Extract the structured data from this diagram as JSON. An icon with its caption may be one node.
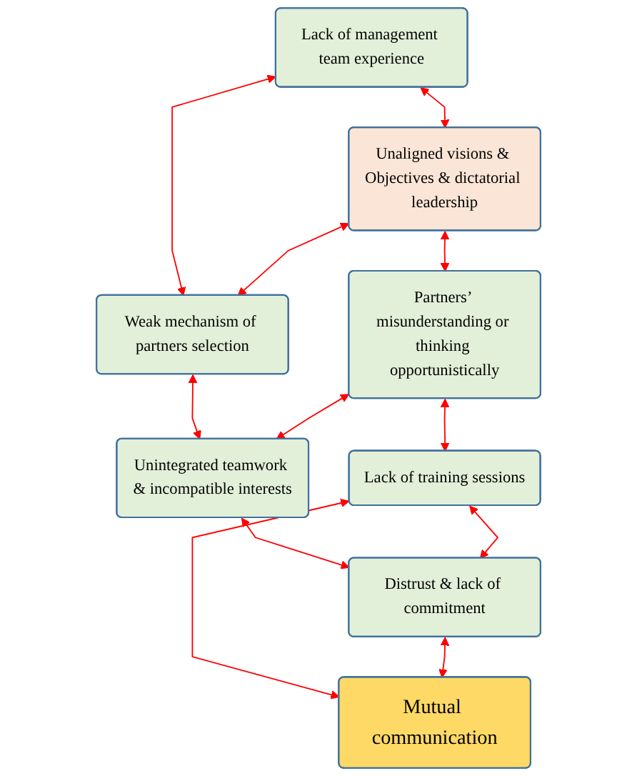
{
  "diagram": {
    "nodes": [
      {
        "text": [
          "Lack of management team experience"
        ]
      },
      {
        "text": [
          "Unaligned visions & Objectives & dictatorial leadership"
        ]
      },
      {
        "text": [
          "Weak mechanism of partners selection"
        ]
      },
      {
        "text": [
          "Partners’ misunderstanding or thinking opportunistically"
        ]
      },
      {
        "text": [
          "Unintegrated teamwork & incompatible interests"
        ]
      },
      {
        "text": [
          "Lack of training sessions"
        ]
      },
      {
        "text": [
          "Distrust & lack of commitment"
        ]
      },
      {
        "text": [
          "Mutual communication"
        ]
      }
    ],
    "edges": [
      {
        "from": 0,
        "to": 1,
        "arrow": "both"
      },
      {
        "from": 0,
        "to": 2,
        "arrow": "both"
      },
      {
        "from": 1,
        "to": 2,
        "arrow": "both"
      },
      {
        "from": 1,
        "to": 3,
        "arrow": "both"
      },
      {
        "from": 2,
        "to": 4,
        "arrow": "both"
      },
      {
        "from": 3,
        "to": 4,
        "arrow": "both"
      },
      {
        "from": 3,
        "to": 5,
        "arrow": "both"
      },
      {
        "from": 4,
        "to": 6,
        "arrow": "both"
      },
      {
        "from": 5,
        "to": 6,
        "arrow": "both"
      },
      {
        "from": 5,
        "to": 7,
        "arrow": "both"
      },
      {
        "from": 6,
        "to": 7,
        "arrow": "both"
      }
    ]
  }
}
